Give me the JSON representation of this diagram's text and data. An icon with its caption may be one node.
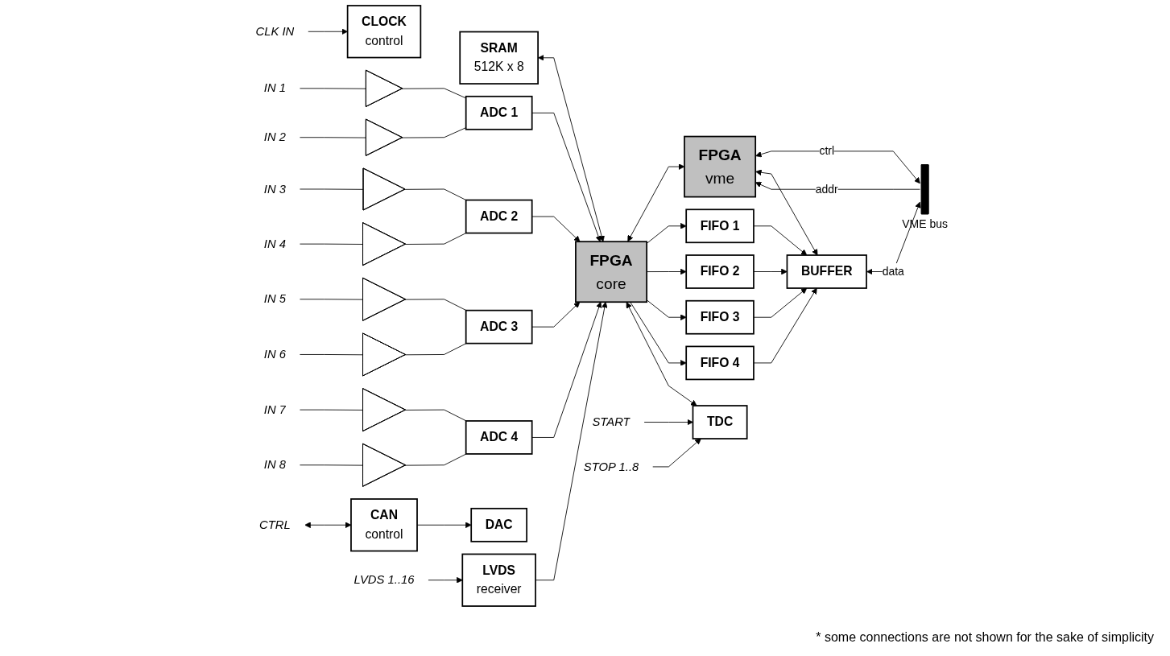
{
  "diagram": {
    "nodes": [
      {
        "text": [
          "CLK IN"
        ]
      },
      {
        "text": [
          "CLOCK",
          "control"
        ]
      },
      {
        "text": [
          "SRAM",
          "512K x 8"
        ]
      },
      {
        "text": [
          "FPGA",
          "vme"
        ]
      },
      {
        "text": [],
        "shape": "bar",
        "beside": [
          "VME bus"
        ]
      },
      {
        "text": [
          "IN 1"
        ]
      },
      {
        "text": [],
        "shape": "triangle"
      },
      {
        "text": [
          "IN 2"
        ]
      },
      {
        "text": [],
        "shape": "triangle"
      },
      {
        "text": [
          "ADC 1"
        ]
      },
      {
        "text": [
          "IN 3"
        ]
      },
      {
        "text": [],
        "shape": "triangle"
      },
      {
        "text": [
          "IN 4"
        ]
      },
      {
        "text": [],
        "shape": "triangle"
      },
      {
        "text": [
          "ADC 2"
        ]
      },
      {
        "text": [
          "IN 5"
        ]
      },
      {
        "text": [],
        "shape": "triangle"
      },
      {
        "text": [
          "IN 6"
        ]
      },
      {
        "text": [],
        "shape": "triangle"
      },
      {
        "text": [
          "ADC 3"
        ]
      },
      {
        "text": [
          "IN 7"
        ]
      },
      {
        "text": [],
        "shape": "triangle"
      },
      {
        "text": [
          "IN 8"
        ]
      },
      {
        "text": [],
        "shape": "triangle"
      },
      {
        "text": [
          "ADC 4"
        ]
      },
      {
        "text": [
          "FPGA",
          "core"
        ]
      },
      {
        "text": [
          "FIFO 1"
        ]
      },
      {
        "text": [
          "FIFO 2"
        ]
      },
      {
        "text": [
          "FIFO 3"
        ]
      },
      {
        "text": [
          "FIFO 4"
        ]
      },
      {
        "text": [
          "BUFFER"
        ]
      },
      {
        "text": [
          "DAC"
        ]
      },
      {
        "text": [
          "START"
        ]
      },
      {
        "text": [
          "TDC"
        ]
      },
      {
        "text": [
          "STOP 1..8"
        ]
      },
      {
        "text": [
          "CTRL"
        ]
      },
      {
        "text": [
          "CAN",
          "control"
        ]
      },
      {
        "text": [
          "LVDS 1..16"
        ]
      },
      {
        "text": [
          "LVDS",
          "receiver"
        ]
      }
    ],
    "edges": [
      {
        "from": 0,
        "to": 1,
        "arrow": "to"
      },
      {
        "from": 5,
        "to": 6,
        "arrow": "none"
      },
      {
        "from": 6,
        "to": 9,
        "arrow": "none"
      },
      {
        "from": 7,
        "to": 8,
        "arrow": "none"
      },
      {
        "from": 8,
        "to": 9,
        "arrow": "none"
      },
      {
        "from": 10,
        "to": 11,
        "arrow": "none"
      },
      {
        "from": 11,
        "to": 14,
        "arrow": "none"
      },
      {
        "from": 12,
        "to": 13,
        "arrow": "none"
      },
      {
        "from": 13,
        "to": 14,
        "arrow": "none"
      },
      {
        "from": 15,
        "to": 16,
        "arrow": "none"
      },
      {
        "from": 16,
        "to": 19,
        "arrow": "none"
      },
      {
        "from": 17,
        "to": 18,
        "arrow": "none"
      },
      {
        "from": 18,
        "to": 19,
        "arrow": "none"
      },
      {
        "from": 20,
        "to": 21,
        "arrow": "none"
      },
      {
        "from": 21,
        "to": 24,
        "arrow": "none"
      },
      {
        "from": 22,
        "to": 23,
        "arrow": "none"
      },
      {
        "from": 23,
        "to": 24,
        "arrow": "none"
      },
      {
        "from": 9,
        "to": 25,
        "arrow": "to"
      },
      {
        "from": 14,
        "to": 25,
        "arrow": "to"
      },
      {
        "from": 19,
        "to": 25,
        "arrow": "to"
      },
      {
        "from": 24,
        "to": 25,
        "arrow": "to"
      },
      {
        "from": 2,
        "to": 25,
        "arrow": "both"
      },
      {
        "from": 25,
        "to": 3,
        "arrow": "both"
      },
      {
        "from": 3,
        "to": 4,
        "label": "ctrl",
        "arrow": "both"
      },
      {
        "from": 4,
        "to": 3,
        "label": "addr",
        "arrow": "to"
      },
      {
        "from": 3,
        "to": 30,
        "arrow": "both"
      },
      {
        "from": 30,
        "to": 4,
        "label": "data",
        "arrow": "both"
      },
      {
        "from": 25,
        "to": 26,
        "arrow": "to"
      },
      {
        "from": 25,
        "to": 27,
        "arrow": "to"
      },
      {
        "from": 25,
        "to": 28,
        "arrow": "to"
      },
      {
        "from": 25,
        "to": 29,
        "arrow": "to"
      },
      {
        "from": 26,
        "to": 30,
        "arrow": "to"
      },
      {
        "from": 27,
        "to": 30,
        "arrow": "to"
      },
      {
        "from": 28,
        "to": 30,
        "arrow": "to"
      },
      {
        "from": 29,
        "to": 30,
        "arrow": "to"
      },
      {
        "from": 25,
        "to": 33,
        "arrow": "both"
      },
      {
        "from": 32,
        "to": 33,
        "arrow": "to"
      },
      {
        "from": 34,
        "to": 33,
        "arrow": "to"
      },
      {
        "from": 38,
        "to": 25,
        "arrow": "to"
      },
      {
        "from": 37,
        "to": 38,
        "arrow": "to"
      },
      {
        "from": 35,
        "to": 36,
        "arrow": "both"
      },
      {
        "from": 36,
        "to": 31,
        "arrow": "to"
      }
    ],
    "labels": [
      "* some connections are not shown for the sake of simplicity"
    ]
  }
}
